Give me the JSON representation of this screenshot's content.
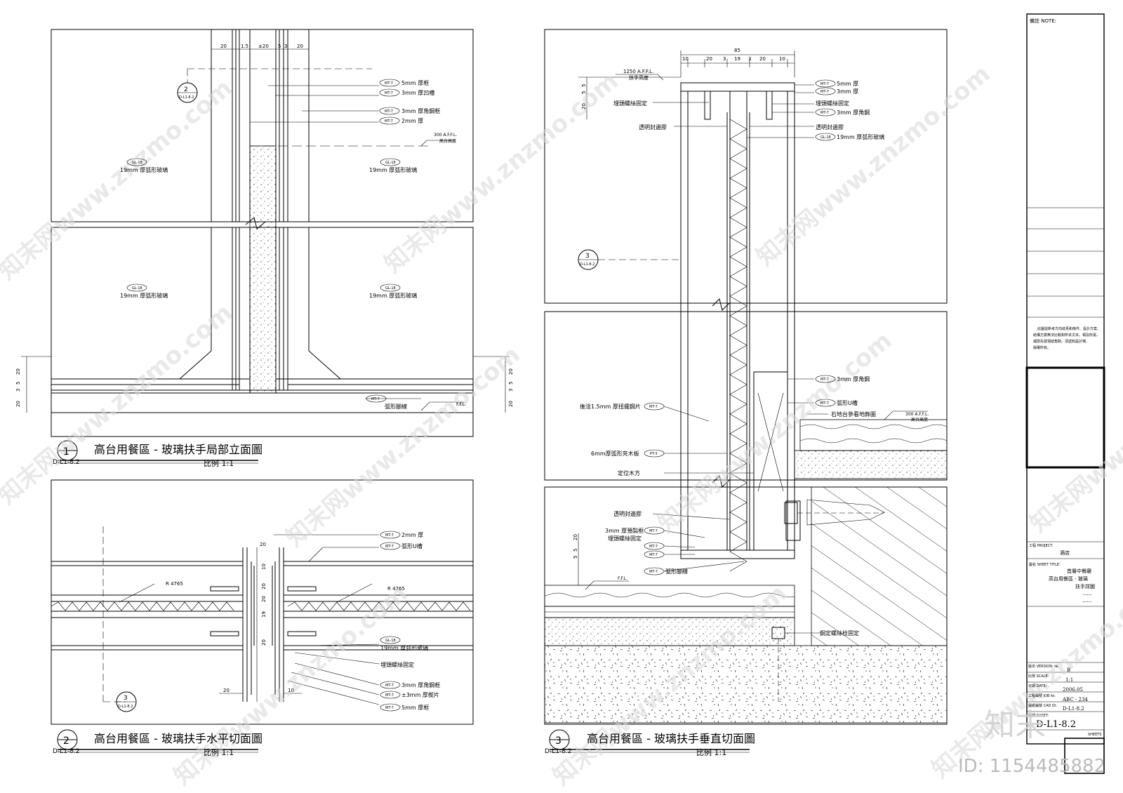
{
  "drawings": [
    {
      "number": "1",
      "ref": "D-L1-8.2",
      "title": "高台用餐區 - 玻璃扶手局部立面圖",
      "scale": "比例 1:1",
      "labels": [
        {
          "tag": "MT-7",
          "text": "5mm 厚框"
        },
        {
          "tag": "MT-7",
          "text": "3mm 厚凹槽"
        },
        {
          "tag": "MT-7",
          "text": "3mm 厚角鋼框"
        },
        {
          "tag": "MT-7",
          "text": "2mm 厚"
        },
        {
          "tag": "",
          "text": "300 A.F.F.L."
        },
        {
          "tag": "",
          "text": "高台高度"
        },
        {
          "tag": "GL-18",
          "text": "19mm 厚弧形玻璃"
        },
        {
          "tag": "GL-18",
          "text": "19mm 厚弧形玻璃"
        },
        {
          "tag": "GL-18",
          "text": "19mm 厚弧形玻璃"
        },
        {
          "tag": "GL-18",
          "text": "19mm 厚弧形玻璃"
        },
        {
          "tag": "MT-7",
          "text": "弧形腳線"
        },
        {
          "tag": "",
          "text": "F.F.L."
        }
      ],
      "dims_top": [
        "20",
        "1.5",
        "±20",
        "5",
        "3",
        "20"
      ],
      "dims_side": [
        "20",
        "5",
        "3",
        "20"
      ],
      "callout": {
        "num": "2",
        "ref": "D-L1-8.2"
      }
    },
    {
      "number": "2",
      "ref": "D-L1-8.2",
      "title": "高台用餐區 - 玻璃扶手水平切面圖",
      "scale": "比例 1:1",
      "labels": [
        {
          "tag": "MT-7",
          "text": "2mm 厚"
        },
        {
          "tag": "MT-7",
          "text": "弧形U槽"
        },
        {
          "tag": "",
          "text": "R 4765"
        },
        {
          "tag": "",
          "text": "R 4765"
        },
        {
          "tag": "GL-18",
          "text": "19mm 厚弧形玻璃"
        },
        {
          "tag": "",
          "text": "埋頭螺絲固定"
        },
        {
          "tag": "MT-7",
          "text": "3mm 厚角鋼框"
        },
        {
          "tag": "MT-7",
          "text": "±3mm 厚楔片"
        },
        {
          "tag": "MT-7",
          "text": "5mm 厚框"
        }
      ],
      "dims": [
        "20",
        "10",
        "20",
        "20",
        "19",
        "20",
        "20",
        "10"
      ],
      "callout": {
        "num": "3",
        "ref": "D-L1-8.2"
      }
    },
    {
      "number": "3",
      "ref": "D-L1-8.2",
      "title": "高台用餐區 - 玻璃扶手垂直切面圖",
      "scale": "比例 1:1",
      "labels_right": [
        {
          "tag": "MT-7",
          "text": "5mm 厚"
        },
        {
          "tag": "MT-7",
          "text": "3mm 厚"
        },
        {
          "tag": "",
          "text": "埋頭螺絲固定"
        },
        {
          "tag": "MT-7",
          "text": "3mm 厚角鋼"
        },
        {
          "tag": "",
          "text": "透明封邊膠"
        },
        {
          "tag": "GL-18",
          "text": "19mm 厚弧形玻璃"
        },
        {
          "tag": "MT-7",
          "text": "3mm 厚角鋼"
        },
        {
          "tag": "MT-7",
          "text": "弧形U槽"
        },
        {
          "tag": "",
          "text": "石地台參看地飾圖"
        },
        {
          "tag": "",
          "text": "300 A.F.F.L."
        },
        {
          "tag": "",
          "text": "高台高度"
        },
        {
          "tag": "",
          "text": "鋼定螺絲栓固定"
        }
      ],
      "labels_left": [
        {
          "tag": "",
          "text": "1250 A.F.F.L."
        },
        {
          "tag": "",
          "text": "扶手高度"
        },
        {
          "tag": "",
          "text": "埋頭螺絲固定"
        },
        {
          "tag": "",
          "text": "透明封邊膠"
        },
        {
          "tag": "MT-7",
          "text": "後淦1.5mm 厚扭擺鋼片"
        },
        {
          "tag": "PT-3",
          "text": "6mm厚弧形夾木板"
        },
        {
          "tag": "",
          "text": "定位木方"
        },
        {
          "tag": "",
          "text": "透明封邊膠"
        },
        {
          "tag": "MT-7",
          "text": "3mm 厚預製框"
        },
        {
          "tag": "",
          "text": "埋頭螺絲固定"
        },
        {
          "tag": "MT-7",
          "text": ""
        },
        {
          "tag": "MT-7",
          "text": ""
        },
        {
          "tag": "MT-7",
          "text": "弧形腳線"
        },
        {
          "tag": "",
          "text": "F.F.L."
        }
      ],
      "dims_top": [
        "85",
        "10",
        "20",
        "3",
        "19",
        "3",
        "20",
        "10"
      ],
      "dims_side": [
        "5",
        "5",
        "20"
      ],
      "callout": {
        "num": "3",
        "ref": "D-L1-8.2"
      }
    }
  ],
  "title_block": {
    "note_label": "備註 NOTE:",
    "note_text": [
      "此圖從新考方向歧見和條件、設計方案、",
      "結構方案無法比較對所本文本。相及所需，",
      "或閉先發現歧角對。須送知設計場、",
      "版權所有。"
    ],
    "project_label": "工程 PROJECT:",
    "project_value": "酒店",
    "sheet_title_label": "圖名 SHEET TITLE:",
    "sheet_title_lines": [
      "首層中餐廳",
      "高台用餐區 - 玻璃",
      "扶手詳圖",
      "......",
      "......"
    ],
    "rows": [
      {
        "label": "版本 VERSION: №",
        "value": "B"
      },
      {
        "label": "比例 SCALE:",
        "value": "1:1"
      },
      {
        "label": "日期 DATE:",
        "value": "2006.05"
      },
      {
        "label": "工程編號 JOB №:",
        "value": "ABC - 234"
      },
      {
        "label": "圖紙編號 CAD ID:",
        "value": "D-L1-8.2"
      }
    ],
    "sheet_label": "圖號 SHEET:",
    "sheet_value": "D-L1-8.2",
    "sheets_label": "SHEETS"
  },
  "watermark": {
    "text": "知末网www.znzmo.com",
    "logo": "知末",
    "id": "ID: 1154485882"
  }
}
